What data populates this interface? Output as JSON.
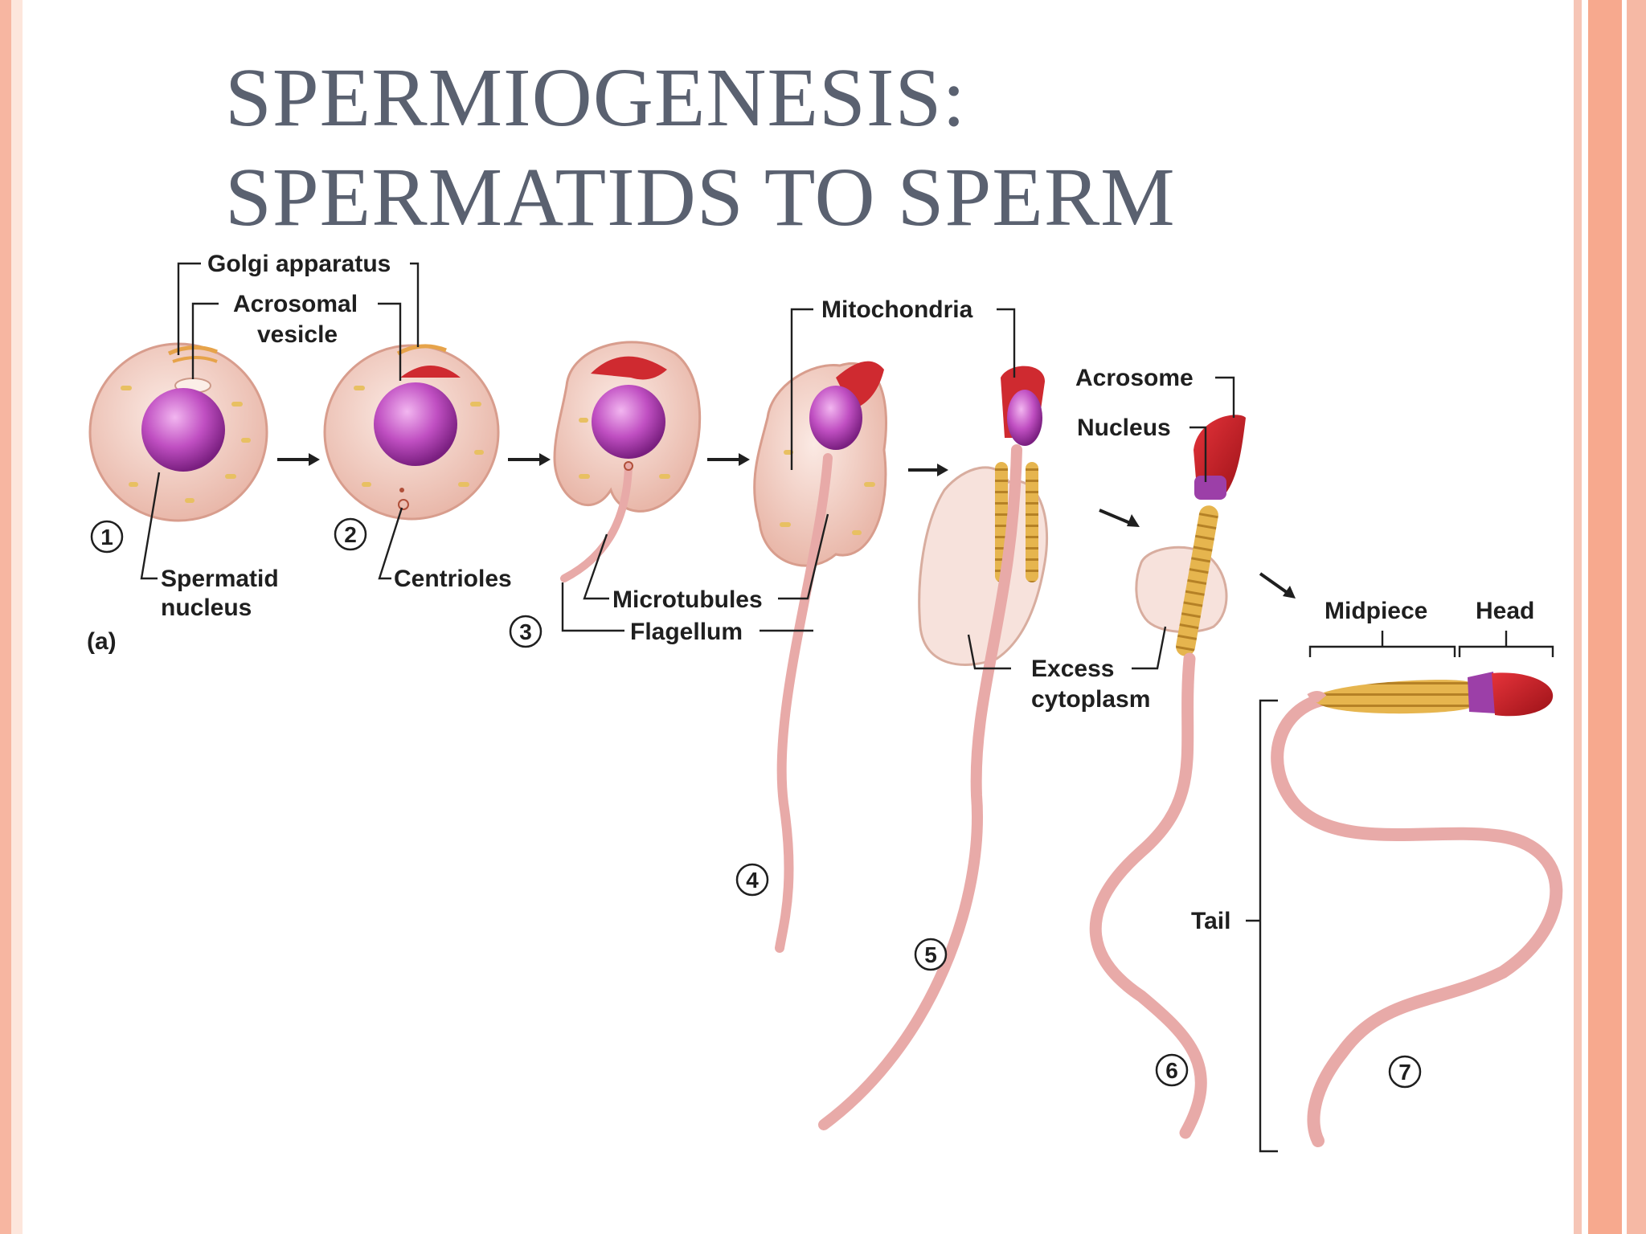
{
  "slide": {
    "title_line1": "SPERMIOGENESIS:",
    "title_line2": "SPERMATIDS TO SPERM"
  },
  "labels": {
    "golgi": "Golgi apparatus",
    "acrosomal_1": "Acrosomal",
    "acrosomal_2": "vesicle",
    "spermatid_1": "Spermatid",
    "spermatid_2": "nucleus",
    "centrioles": "Centrioles",
    "mitochondria": "Mitochondria",
    "microtubules": "Microtubules",
    "flagellum": "Flagellum",
    "acrosome": "Acrosome",
    "nucleus": "Nucleus",
    "excess_1": "Excess",
    "excess_2": "cytoplasm",
    "midpiece": "Midpiece",
    "head": "Head",
    "tail": "Tail",
    "panel": "(a)"
  },
  "steps": [
    "1",
    "2",
    "3",
    "4",
    "5",
    "6",
    "7"
  ],
  "colors": {
    "cell_body": "#f2cfc4",
    "nucleus": "#b43ab8",
    "acrosome": "#c8202a",
    "mitochondria": "#e0b050",
    "flagellum": "#e8aaa8",
    "title": "#5a6170"
  }
}
